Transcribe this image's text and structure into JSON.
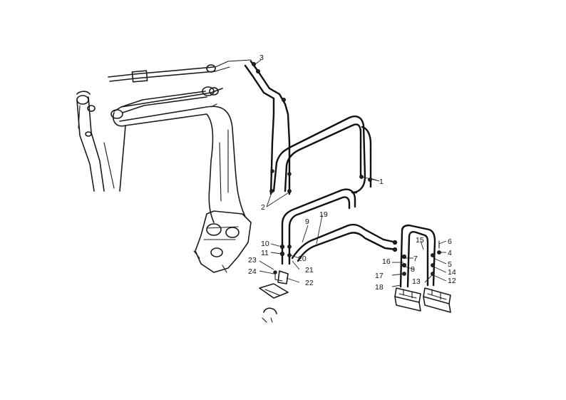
{
  "diagram": {
    "colors": {
      "ink": "#1a1a1a",
      "paper": "#ffffff"
    },
    "callouts": [
      {
        "id": "c1",
        "label": "1"
      },
      {
        "id": "c2",
        "label": "2"
      },
      {
        "id": "c3",
        "label": "3"
      },
      {
        "id": "c4",
        "label": "4"
      },
      {
        "id": "c5",
        "label": "5"
      },
      {
        "id": "c6",
        "label": "6"
      },
      {
        "id": "c7",
        "label": "7"
      },
      {
        "id": "c8",
        "label": "8"
      },
      {
        "id": "c9",
        "label": "9"
      },
      {
        "id": "c10",
        "label": "10"
      },
      {
        "id": "c11",
        "label": "11"
      },
      {
        "id": "c12",
        "label": "12"
      },
      {
        "id": "c13",
        "label": "13"
      },
      {
        "id": "c14",
        "label": "14"
      },
      {
        "id": "c15",
        "label": "15"
      },
      {
        "id": "c16",
        "label": "16"
      },
      {
        "id": "c17",
        "label": "17"
      },
      {
        "id": "c18",
        "label": "18"
      },
      {
        "id": "c19",
        "label": "19"
      },
      {
        "id": "c20",
        "label": "20"
      },
      {
        "id": "c21",
        "label": "21"
      },
      {
        "id": "c22",
        "label": "22"
      },
      {
        "id": "c23",
        "label": "23"
      },
      {
        "id": "c24",
        "label": "24"
      }
    ]
  }
}
